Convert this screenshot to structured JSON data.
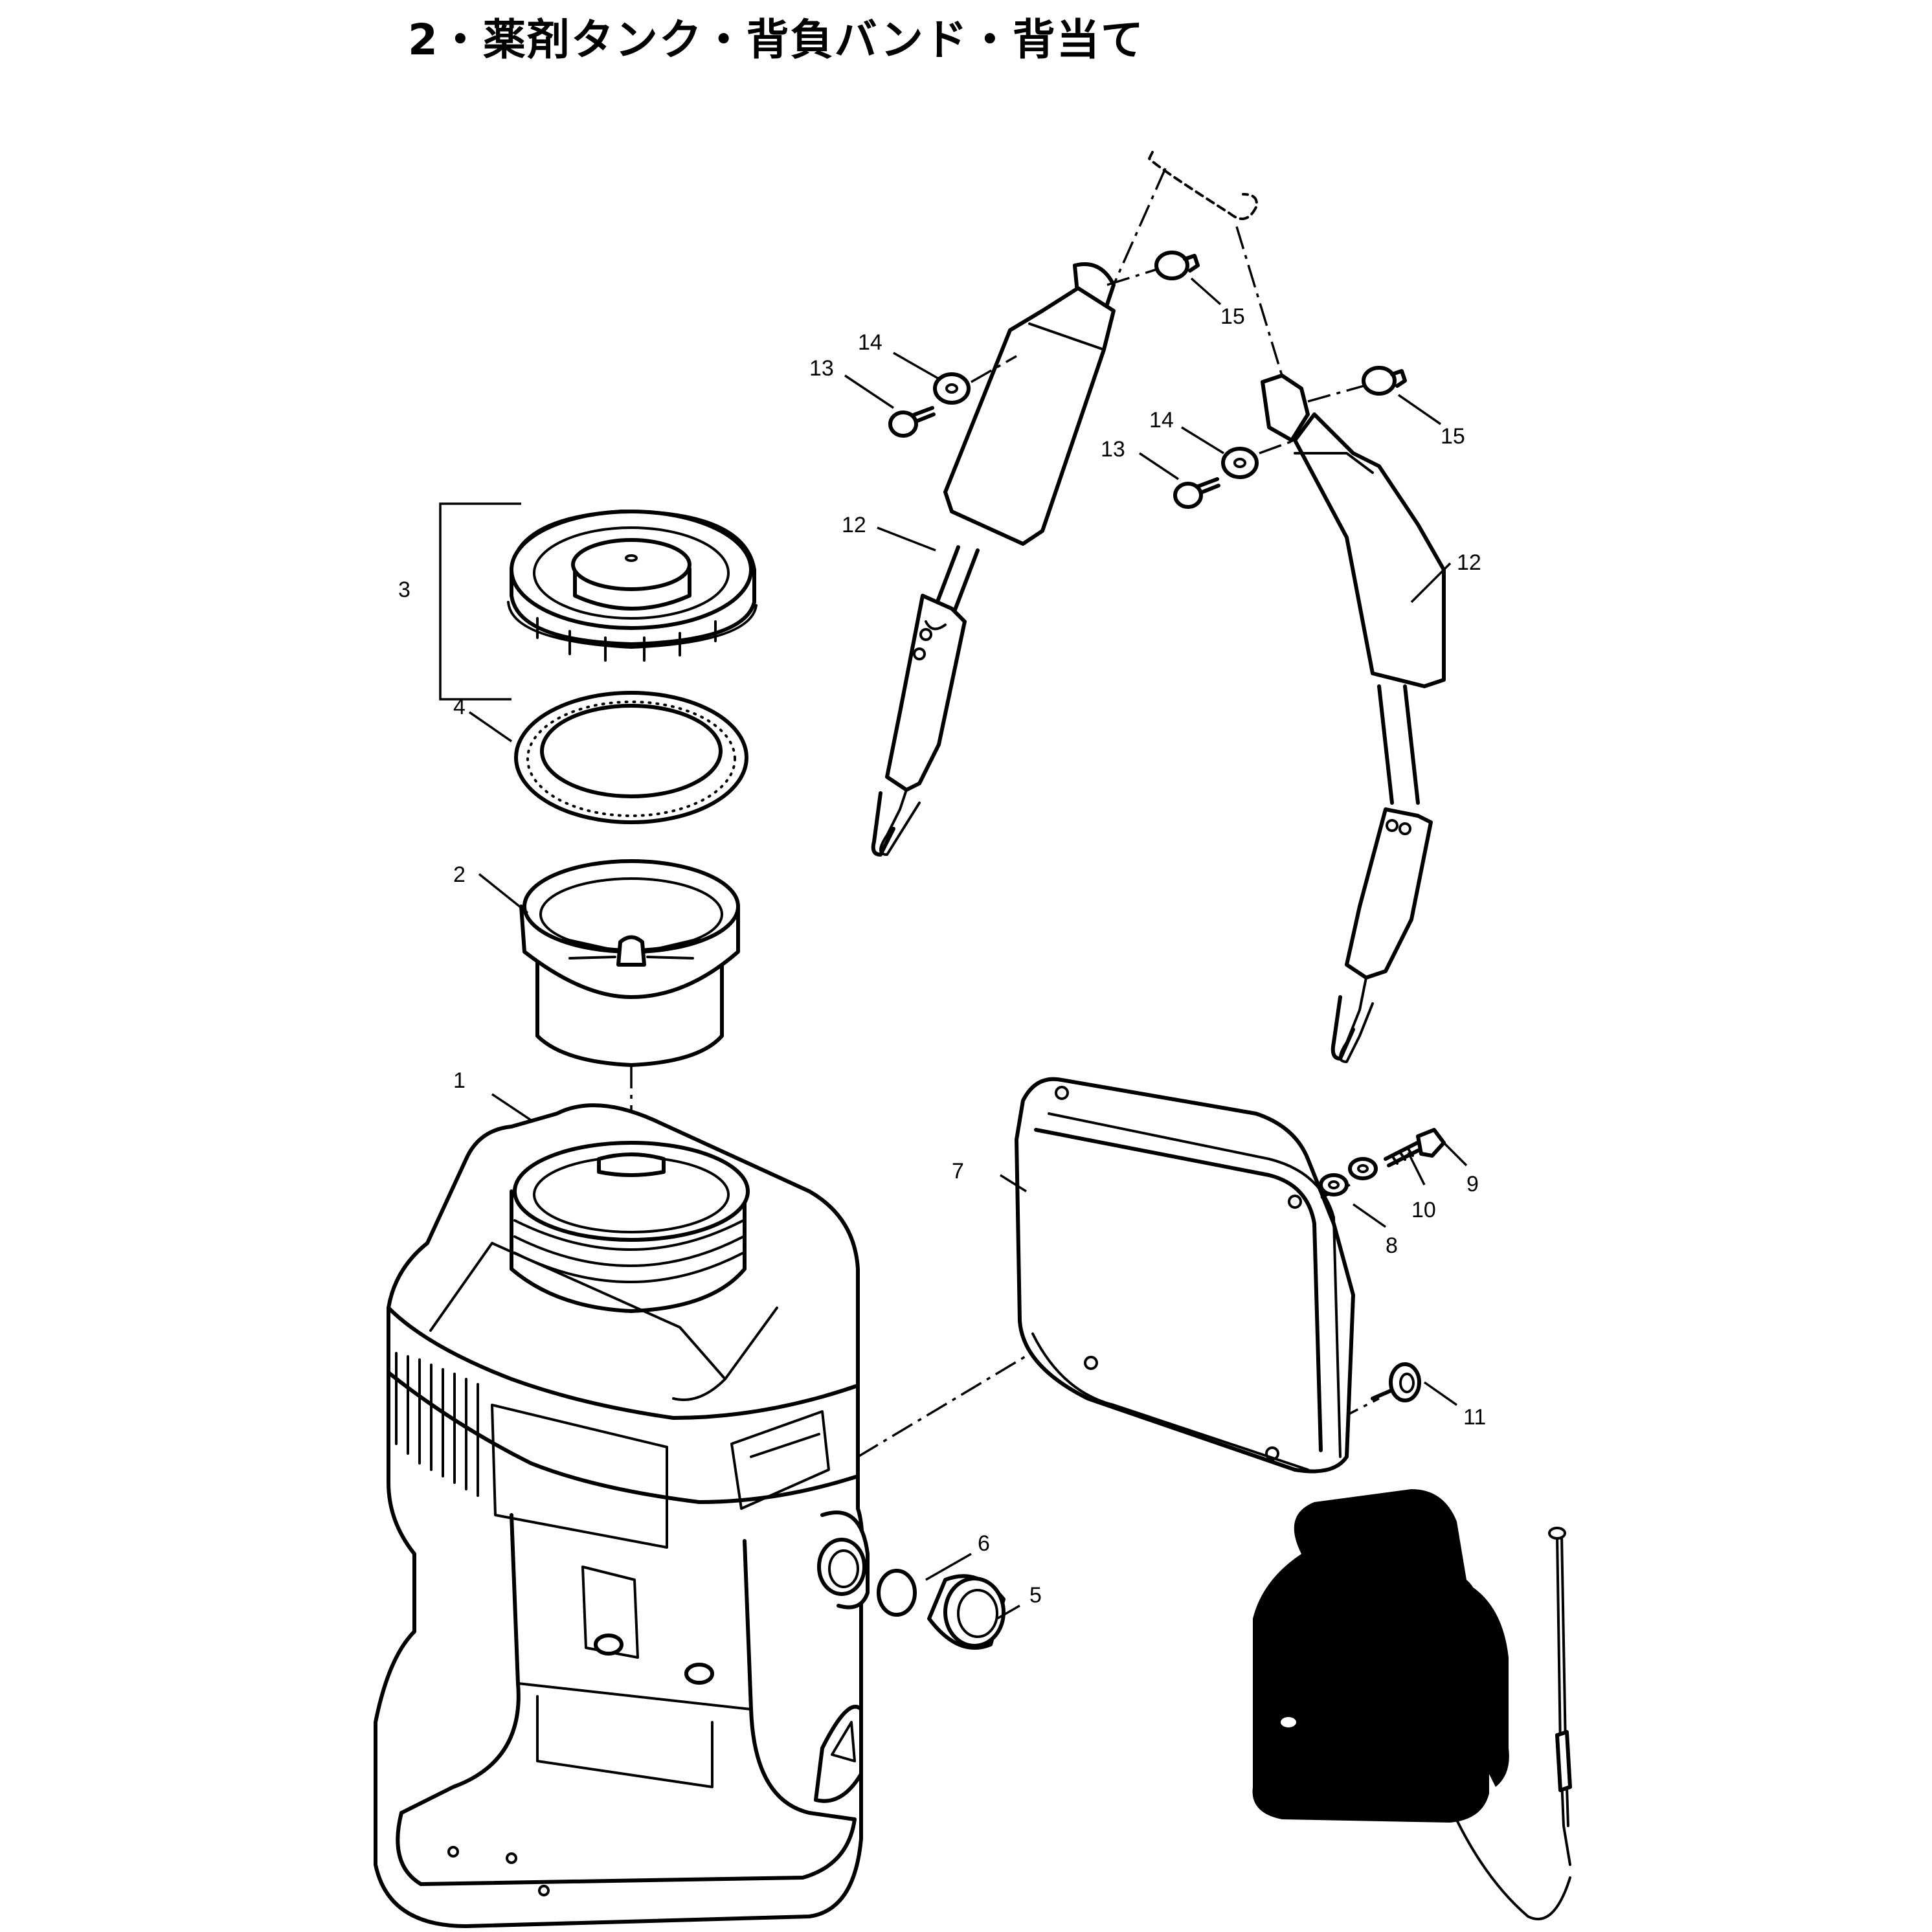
{
  "title": "2・薬剤タンク・背負バンド・背当て",
  "callouts": {
    "c1": "1",
    "c2": "2",
    "c3": "3",
    "c4": "4",
    "c5": "5",
    "c6": "6",
    "c7": "7",
    "c8": "8",
    "c9": "9",
    "c10": "10",
    "c11": "11",
    "c12a": "12",
    "c12b": "12",
    "c13a": "13",
    "c13b": "13",
    "c14a": "14",
    "c14b": "14",
    "c15a": "15",
    "c15b": "15"
  }
}
